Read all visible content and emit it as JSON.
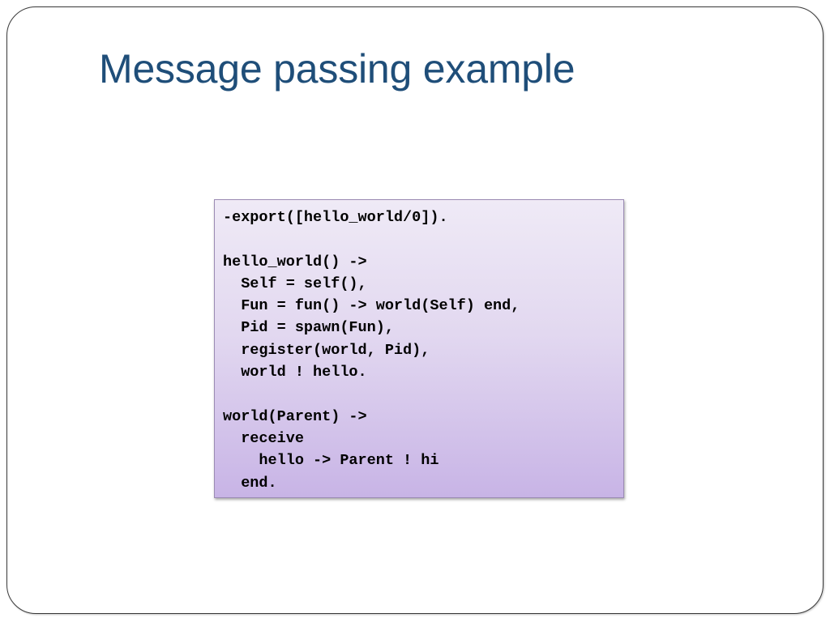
{
  "slide": {
    "title": "Message passing example",
    "title_color": "#1f4e79",
    "code_lines": [
      "-export([hello_world/0]).",
      "",
      "hello_world() ->",
      "  Self = self(),",
      "  Fun = fun() -> world(Self) end,",
      "  Pid = spawn(Fun),",
      "  register(world, Pid),",
      "  world ! hello.",
      "",
      "world(Parent) ->",
      "  receive",
      "    hello -> Parent ! hi",
      "  end."
    ]
  }
}
